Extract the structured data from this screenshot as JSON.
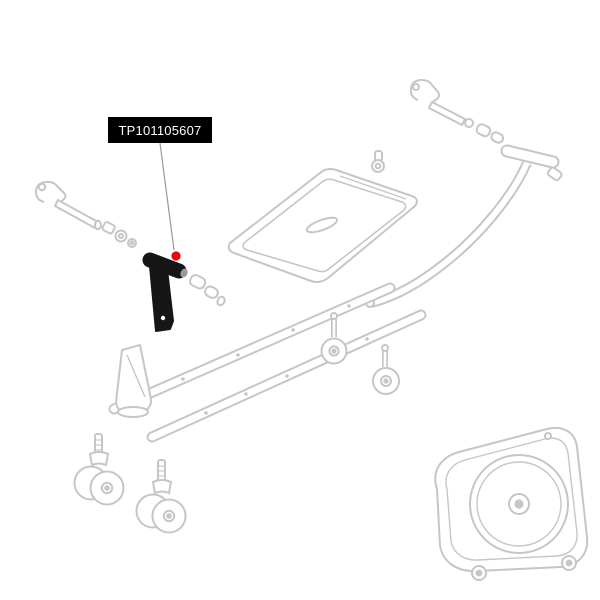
{
  "page": {
    "background": "#ffffff"
  },
  "callout": {
    "label": "TP101105607",
    "bg_color": "#000000",
    "text_color": "#ffffff"
  },
  "marker": {
    "color": "#e30613"
  },
  "diagram": {
    "line_color": "#c6c6c6",
    "leader_color": "#9a9a9a",
    "highlight_color": "#161616",
    "parts": [
      {
        "name": "left-axle-assembly"
      },
      {
        "name": "highlighted-part"
      },
      {
        "name": "fastener-set-center"
      },
      {
        "name": "platform-tray"
      },
      {
        "name": "right-lever-assembly"
      },
      {
        "name": "handlebar-assembly"
      },
      {
        "name": "rail-assembly"
      },
      {
        "name": "support-bracket"
      },
      {
        "name": "caster-wheel-mid"
      },
      {
        "name": "caster-wheel-right"
      },
      {
        "name": "caster-wheel-bottom-left"
      },
      {
        "name": "caster-wheel-bottom-center"
      },
      {
        "name": "flywheel-cover"
      }
    ]
  }
}
